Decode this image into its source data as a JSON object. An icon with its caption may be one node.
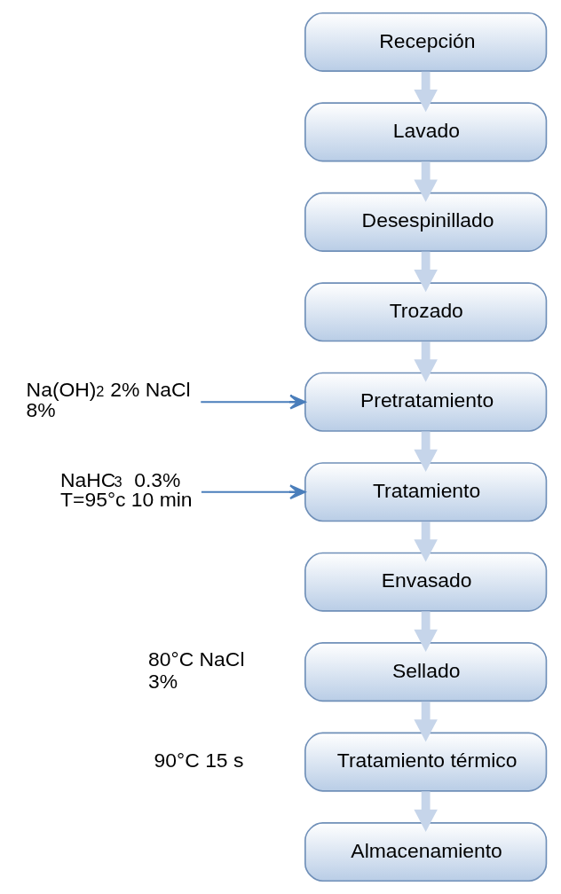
{
  "diagram": {
    "nodes": [
      {
        "text": [
          "Recepción"
        ]
      },
      {
        "text": [
          "Lavado"
        ]
      },
      {
        "text": [
          "Desespinillado"
        ]
      },
      {
        "text": [
          "Trozado"
        ]
      },
      {
        "text": [
          "Pretratamiento"
        ]
      },
      {
        "text": [
          "Tratamiento"
        ]
      },
      {
        "text": [
          "Envasado"
        ]
      },
      {
        "text": [
          "Sellado"
        ],
        "beside": [
          "80°C NaCl 3%"
        ]
      },
      {
        "text": [
          "Tratamiento térmico"
        ],
        "beside": [
          "90°C 15 s"
        ]
      },
      {
        "text": [
          "Almacenamiento"
        ]
      },
      {
        "text": [
          "Na(OH)$_{2}$ 2% NaCl 8%"
        ]
      },
      {
        "text": [
          "NaHC$_{3}$  0.3% T=95°c 10 min"
        ]
      }
    ],
    "edges": [
      {
        "from": 0,
        "to": 1,
        "arrow": "to"
      },
      {
        "from": 1,
        "to": 2,
        "arrow": "to"
      },
      {
        "from": 2,
        "to": 3,
        "arrow": "to"
      },
      {
        "from": 3,
        "to": 4,
        "arrow": "to"
      },
      {
        "from": 4,
        "to": 5,
        "arrow": "to"
      },
      {
        "from": 5,
        "to": 6,
        "arrow": "to"
      },
      {
        "from": 6,
        "to": 7,
        "arrow": "to"
      },
      {
        "from": 7,
        "to": 8,
        "arrow": "to"
      },
      {
        "from": 8,
        "to": 9,
        "arrow": "to"
      },
      {
        "from": 10,
        "to": 4,
        "arrow": "to",
        "color": "#4a7ebb"
      },
      {
        "from": 11,
        "to": 5,
        "arrow": "to",
        "color": "#4a7ebb"
      }
    ]
  }
}
